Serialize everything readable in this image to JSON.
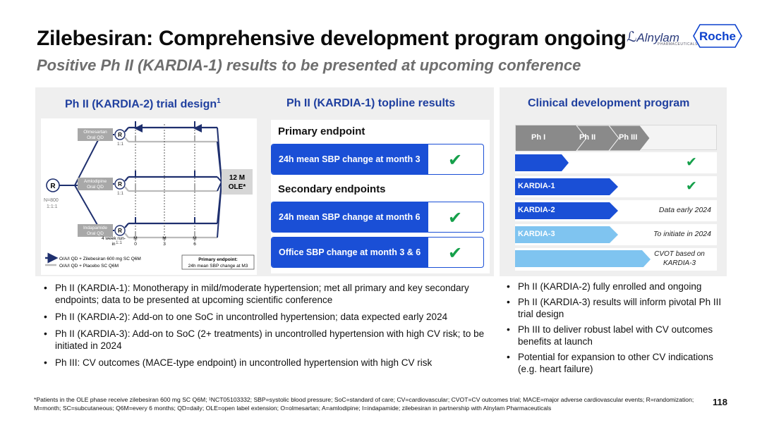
{
  "header": {
    "title": "Zilebesiran: Comprehensive development program ongoing",
    "subtitle": "Positive Ph II (KARDIA-1) results to be presented at upcoming conference",
    "logo_alnylam": "Alnylam",
    "logo_alnylam_sub": "PHARMACEUTICALS",
    "logo_roche": "Roche"
  },
  "design": {
    "heading": "Ph II (KARDIA-2) trial design",
    "heading_sup": "1",
    "rand_label": "R",
    "n_label": "N=800",
    "ratio_label": "1:1:1",
    "arms": [
      {
        "name_line1": "Olmesartan",
        "name_line2": "Oral QD",
        "ratio": "1:1"
      },
      {
        "name_line1": "Amlodipine",
        "name_line2": "Oral QD",
        "ratio": "1:1"
      },
      {
        "name_line1": "Indapamide",
        "name_line2": "Oral QD",
        "ratio": "1:1"
      }
    ],
    "runin_line1": "4 week run-",
    "runin_line2": "in",
    "timepoints": [
      {
        "line1": "M",
        "line2": "0"
      },
      {
        "line1": "M",
        "line2": "3"
      },
      {
        "line1": "M",
        "line2": "6"
      }
    ],
    "ole_line1": "12 M",
    "ole_line2": "OLE*",
    "legend_1": "O/A/I QD + Zilebesiran 600 mg SC Q6M",
    "legend_2": "O/A/I QD + Placebo SC Q6M",
    "primary_endpoint_line1": "Primary endpoint:",
    "primary_endpoint_line2": "24h mean SBP change at M3"
  },
  "results": {
    "heading": "Ph II (KARDIA-1) topline results",
    "primary_label": "Primary endpoint",
    "secondary_label": "Secondary endpoints",
    "items": [
      {
        "text": "24h mean SBP change at month 3",
        "check": "✔"
      },
      {
        "text": "24h mean SBP change at month 6",
        "check": "✔"
      },
      {
        "text": "Office SBP change at month 3 & 6",
        "check": "✔"
      }
    ]
  },
  "program": {
    "heading": "Clinical development program",
    "phases": [
      "Ph I",
      "Ph II",
      "Ph III"
    ],
    "rows": [
      {
        "label": "",
        "note": "",
        "check": "✔"
      },
      {
        "label": "KARDIA-1",
        "note": "",
        "check": "✔"
      },
      {
        "label": "KARDIA-2",
        "note": "Data early 2024",
        "check": ""
      },
      {
        "label": "KARDIA-3",
        "note": "To initiate in 2024",
        "check": ""
      },
      {
        "label": "",
        "note_line1": "CVOT based on",
        "note_line2": "KARDIA-3",
        "check": ""
      }
    ]
  },
  "bullets_left": [
    "Ph II (KARDIA-1): Monotherapy in mild/moderate hypertension; met all primary and key secondary endpoints; data to be presented at upcoming scientific conference",
    "Ph II (KARDIA-2): Add-on to one SoC in uncontrolled hypertension; data expected early 2024",
    "Ph II (KARDIA-3): Add-on to SoC  (2+ treatments) in uncontrolled hypertension with high CV risk; to be initiated in 2024",
    "Ph III: CV outcomes (MACE-type endpoint) in uncontrolled hypertension with high CV risk"
  ],
  "bullets_right": [
    "Ph II (KARDIA-2) fully enrolled and ongoing",
    "Ph II (KARDIA-3) results will inform pivotal Ph III trial design",
    "Ph III to deliver robust label with CV outcomes benefits at launch",
    "Potential for expansion to other CV indications (e.g. heart failure)"
  ],
  "footnote": "*Patients in the OLE phase receive zilebesiran 600 mg SC Q6M; ¹NCT05103332; SBP=systolic blood pressure; SoC=standard of care; CV=cardiovascular; CVOT=CV outcomes trial; MACE=major adverse cardiovascular events; R=randomization; M=month; SC=subcutaneous; Q6M=every 6 months; QD=daily; OLE=open label extension; O=olmesartan; A=amlodipine; I=indapamide; zilebesiran in partnership with Alnylam Pharmaceuticals",
  "page_number": "118",
  "colors": {
    "brand_blue": "#1a4fd6",
    "heading_blue": "#1f3f9f",
    "check_green": "#15a04a",
    "kardia3_light": "#7fc4f0",
    "phase_gray": "#8a8a8a"
  }
}
